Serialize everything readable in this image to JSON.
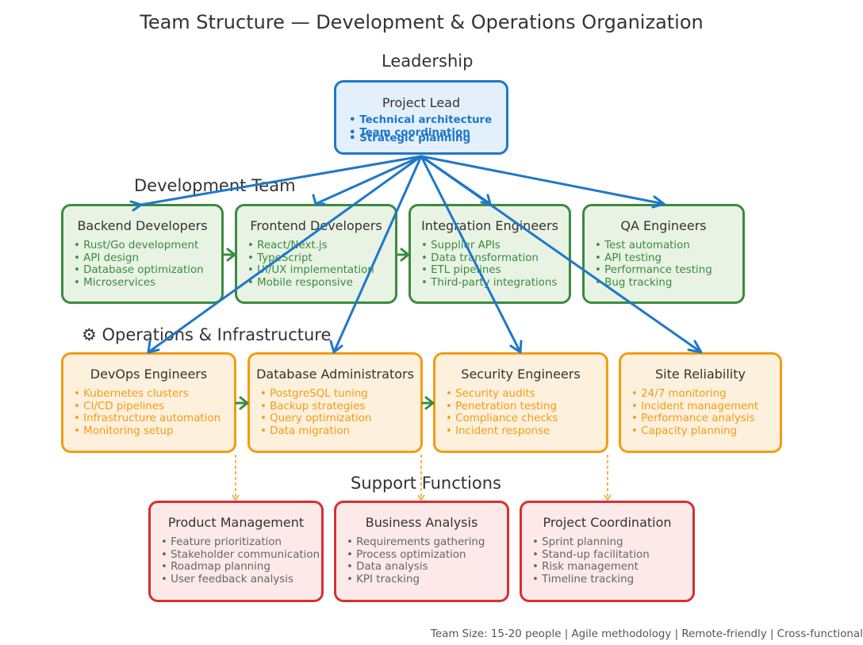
{
  "title": "Team Structure — Development & Operations Organization",
  "sections": {
    "leadership": "Leadership",
    "development": "Development Team",
    "operations": "⚙ Operations & Infrastructure",
    "support": "Support Functions"
  },
  "leadership": {
    "title": "Project Lead",
    "items": [
      "Technical architecture",
      "Team coordination",
      "Strategic planning"
    ]
  },
  "development": [
    {
      "title": "Backend Developers",
      "items": [
        "Rust/Go development",
        "API design",
        "Database optimization",
        "Microservices"
      ]
    },
    {
      "title": "Frontend Developers",
      "items": [
        "React/Next.js",
        "TypeScript",
        "UI/UX implementation",
        "Mobile responsive"
      ]
    },
    {
      "title": "Integration Engineers",
      "items": [
        "Supplier APIs",
        "Data transformation",
        "ETL pipelines",
        "Third-party integrations"
      ]
    },
    {
      "title": "QA Engineers",
      "items": [
        "Test automation",
        "API testing",
        "Performance testing",
        "Bug tracking"
      ]
    }
  ],
  "operations": [
    {
      "title": "DevOps Engineers",
      "items": [
        "Kubernetes clusters",
        "CI/CD pipelines",
        "Infrastructure automation",
        "Monitoring setup"
      ]
    },
    {
      "title": "Database Administrators",
      "items": [
        "PostgreSQL tuning",
        "Backup strategies",
        "Query optimization",
        "Data migration"
      ]
    },
    {
      "title": "Security Engineers",
      "items": [
        "Security audits",
        "Penetration testing",
        "Compliance checks",
        "Incident response"
      ]
    },
    {
      "title": "Site Reliability",
      "items": [
        "24/7 monitoring",
        "Incident management",
        "Performance analysis",
        "Capacity planning"
      ]
    }
  ],
  "support": [
    {
      "title": "Product Management",
      "items": [
        "Feature prioritization",
        "Stakeholder communication",
        "Roadmap planning",
        "User feedback analysis"
      ]
    },
    {
      "title": "Business Analysis",
      "items": [
        "Requirements gathering",
        "Process optimization",
        "Data analysis",
        "KPI tracking"
      ]
    },
    {
      "title": "Project Coordination",
      "items": [
        "Sprint planning",
        "Stand-up facilitation",
        "Risk management",
        "Timeline tracking"
      ]
    }
  ],
  "footer": "Team Size: 15-20 people | Agile methodology | Remote-friendly | Cross-functional",
  "colors": {
    "leadership": "#1f77c9",
    "development": "#3a8c3f",
    "operations": "#f39c12",
    "support": "#d63031"
  }
}
